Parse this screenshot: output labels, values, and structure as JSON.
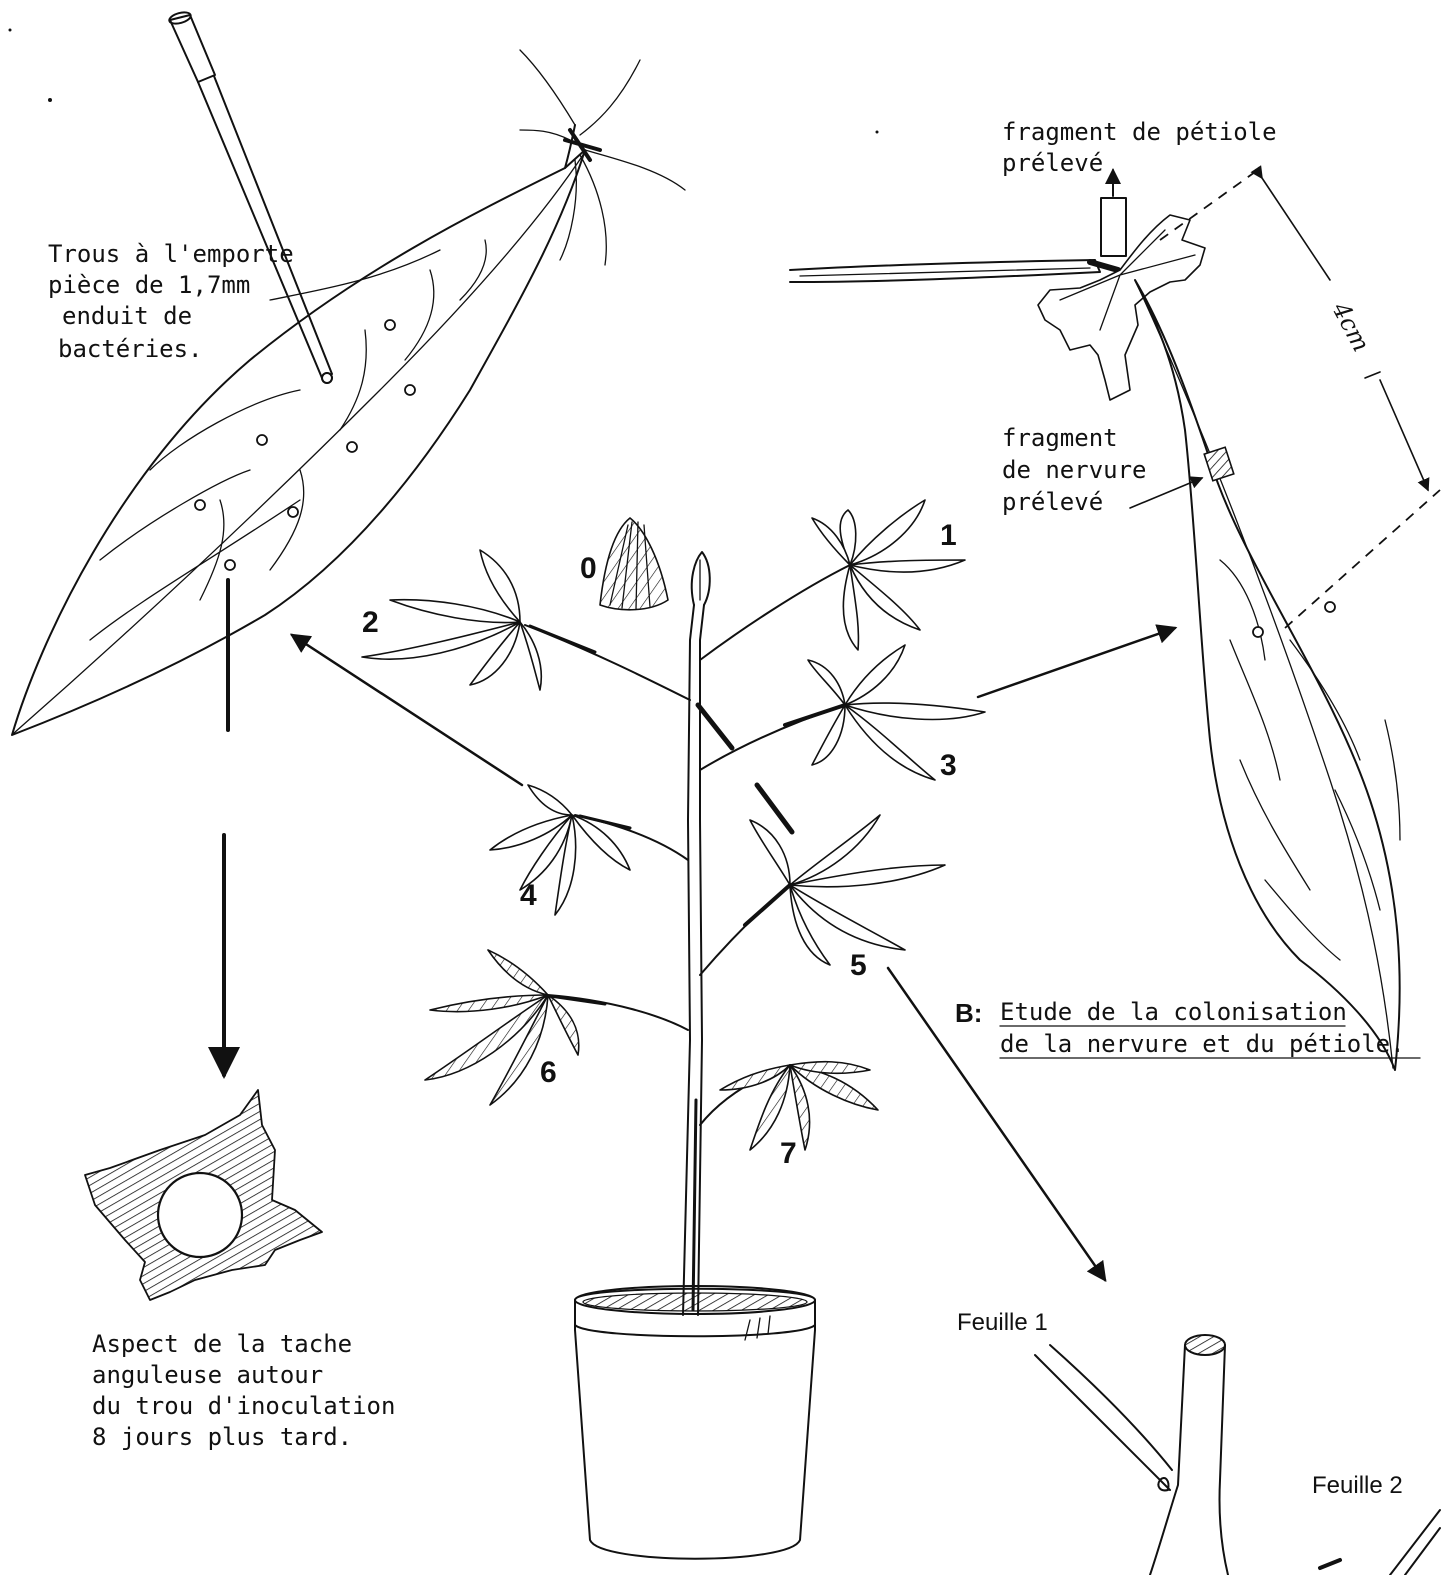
{
  "left_leaf": {
    "callout_lines": [
      "Trous à l'emporte",
      "pièce de 1,7mm",
      "enduit de",
      "bactéries."
    ]
  },
  "spot": {
    "caption_lines": [
      "Aspect de la tache",
      "anguleuse autour",
      "du trou d'inoculation",
      "8 jours plus tard."
    ]
  },
  "plant": {
    "leaf_numbers": [
      "0",
      "1",
      "2",
      "3",
      "4",
      "5",
      "6",
      "7"
    ]
  },
  "right_leaf": {
    "petiole_label_lines": [
      "fragment de pétiole",
      "prélevé"
    ],
    "vein_label_lines": [
      "fragment",
      "de nervure",
      "prélevé"
    ],
    "distance_label": "4cm",
    "section_letter": "B:",
    "section_title_lines": [
      "Etude de la colonisation",
      "de la nervure et du pétiole."
    ]
  },
  "stem_detail": {
    "leaf1_label": "Feuille 1",
    "leaf2_label": "Feuille 2"
  }
}
